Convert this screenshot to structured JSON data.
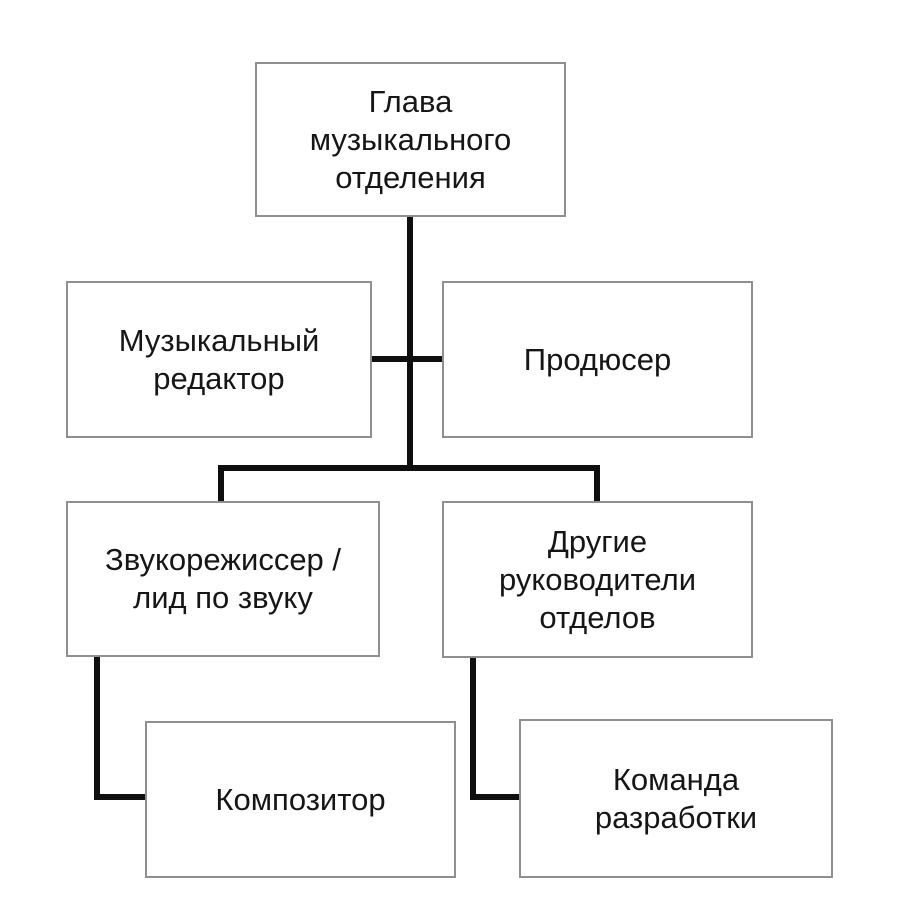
{
  "diagram": {
    "type": "org-chart",
    "language": "ru",
    "background_color": "#ffffff",
    "box_fill_color": "#ffffff",
    "box_border_color": "#8f8f8f",
    "connector_color": "#0f0f0f",
    "text_color": "#161616",
    "nodes": [
      {
        "id": "head",
        "label": "Глава\nмузыкального\nотделения"
      },
      {
        "id": "editor",
        "label": "Музыкальный\nредактор"
      },
      {
        "id": "producer",
        "label": "Продюсер"
      },
      {
        "id": "sound",
        "label": "Звукорежиссер /\nлид по звуку"
      },
      {
        "id": "others",
        "label": "Другие\nруководители\nотделов"
      },
      {
        "id": "composer",
        "label": "Композитор"
      },
      {
        "id": "devteam",
        "label": "Команда\nразработки"
      }
    ],
    "edges": [
      {
        "from": "head",
        "to": "editor"
      },
      {
        "from": "head",
        "to": "producer"
      },
      {
        "from": "head",
        "to": "sound"
      },
      {
        "from": "head",
        "to": "others"
      },
      {
        "from": "sound",
        "to": "composer"
      },
      {
        "from": "others",
        "to": "devteam"
      }
    ]
  }
}
